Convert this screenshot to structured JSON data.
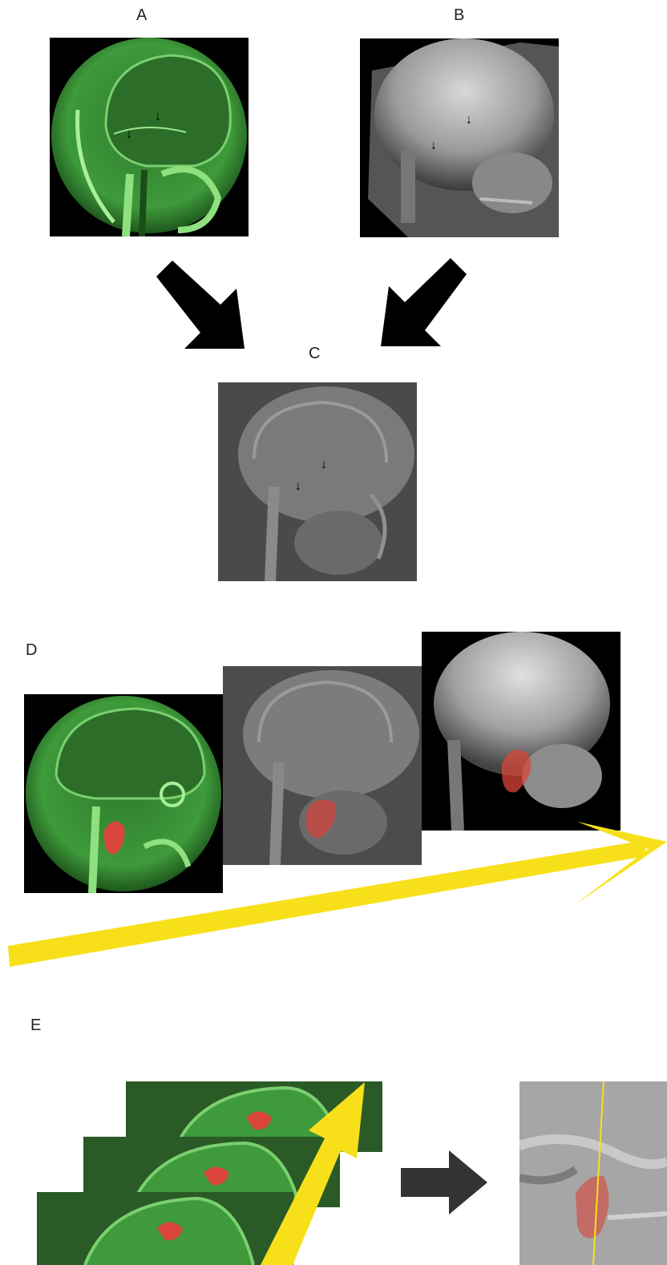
{
  "figure": {
    "labels": {
      "a": "A",
      "b": "B",
      "c": "C",
      "d": "D",
      "e": "E"
    }
  },
  "colors": {
    "mri_green": "#3e9a3a",
    "xray_gray": "#9a9a9a",
    "fused_gray": "#6f6f6f",
    "highlight_red": "#d9453a",
    "arrow_black": "#000000",
    "arrow_yellow": "#f7e01a",
    "arrow_dark": "#333333"
  },
  "icons": {
    "landmark_marker": "down-arrow-marker-icon",
    "flow_arrow": "arrow-icon"
  }
}
